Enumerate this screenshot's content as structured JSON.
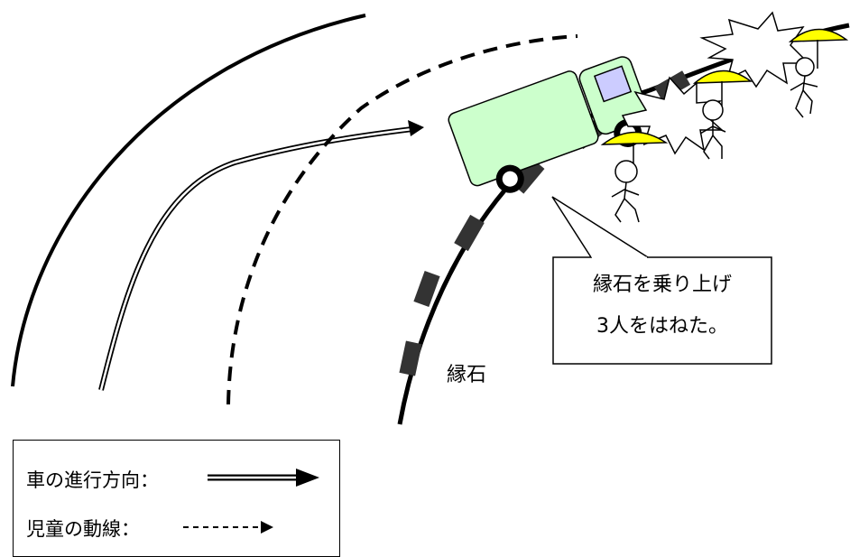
{
  "callout": {
    "line1": "縁石を乗り上げ",
    "line2": "3人をはねた。"
  },
  "curb_label": "縁石",
  "legend": {
    "vehicle_path": "車の進行方向：",
    "children_path": "児童の動線："
  },
  "colors": {
    "truck_body": "#ccffcc",
    "truck_window": "#ccccff",
    "umbrella": "#ffff00",
    "curb_block": "#333333"
  }
}
